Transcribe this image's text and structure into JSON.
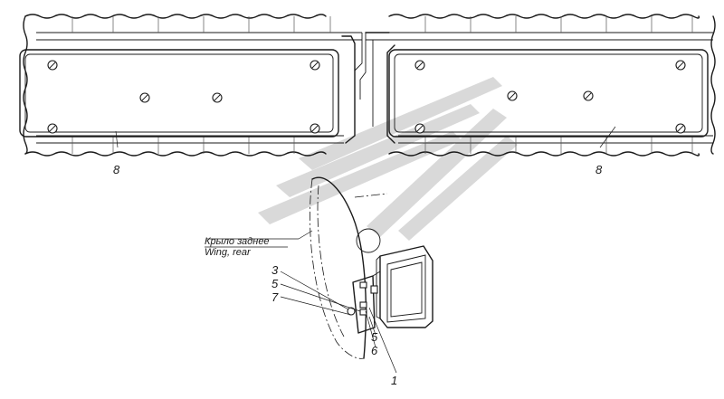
{
  "labels": {
    "left_panel_number": "8",
    "right_panel_number": "8",
    "wing_caption_ru": "Крыло заднее",
    "wing_caption_en": "Wing, rear",
    "callout_3": "3",
    "callout_5_left": "5",
    "callout_7": "7",
    "callout_5_right": "5",
    "callout_6": "6",
    "callout_1": "1"
  },
  "colors": {
    "ink": "#1a1a1a",
    "watermark": "#d9d9d9",
    "background": "#ffffff"
  }
}
